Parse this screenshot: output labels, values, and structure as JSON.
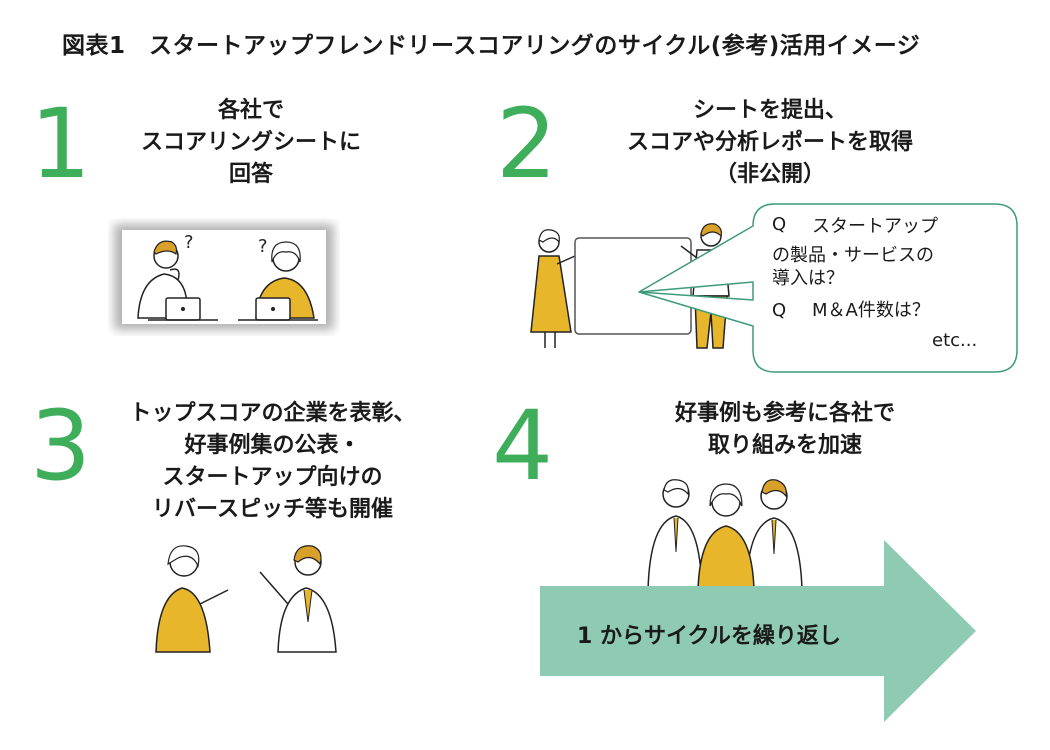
{
  "title": "図表1　スタートアップフレンドリースコアリングのサイクル(参考)活用イメージ",
  "colors": {
    "accent_green": "#3eae5b",
    "arrow_fill": "#8fcbb3",
    "illustration_yellow": "#e8b62a",
    "bubble_border": "#3f9a7a"
  },
  "steps": [
    {
      "number": "1",
      "lines": [
        "各社で",
        "スコアリングシートに",
        "回答"
      ]
    },
    {
      "number": "2",
      "lines": [
        "シートを提出、",
        "スコアや分析レポートを取得",
        "（非公開）"
      ]
    },
    {
      "number": "3",
      "lines": [
        "トップスコアの企業を表彰、",
        "好事例集の公表・",
        "スタートアップ向けの",
        "リバースピッチ等も開催"
      ]
    },
    {
      "number": "4",
      "lines": [
        "好事例も参考に各社で",
        "取り組みを加速"
      ]
    }
  ],
  "bubble": {
    "q1_label": "Q",
    "q1_line1": "スタートアップ",
    "q1_line2": "の製品・サービスの",
    "q1_line3": "導入は？",
    "q2_label": "Q",
    "q2_text": "M＆A件数は？",
    "etc": "etc..."
  },
  "arrow_label": "1 からサイクルを繰り返し",
  "icons": [
    "question-mark-icon",
    "laptop-icon",
    "whiteboard-icon",
    "speech-bubble-icon",
    "cycle-arrow-icon"
  ]
}
